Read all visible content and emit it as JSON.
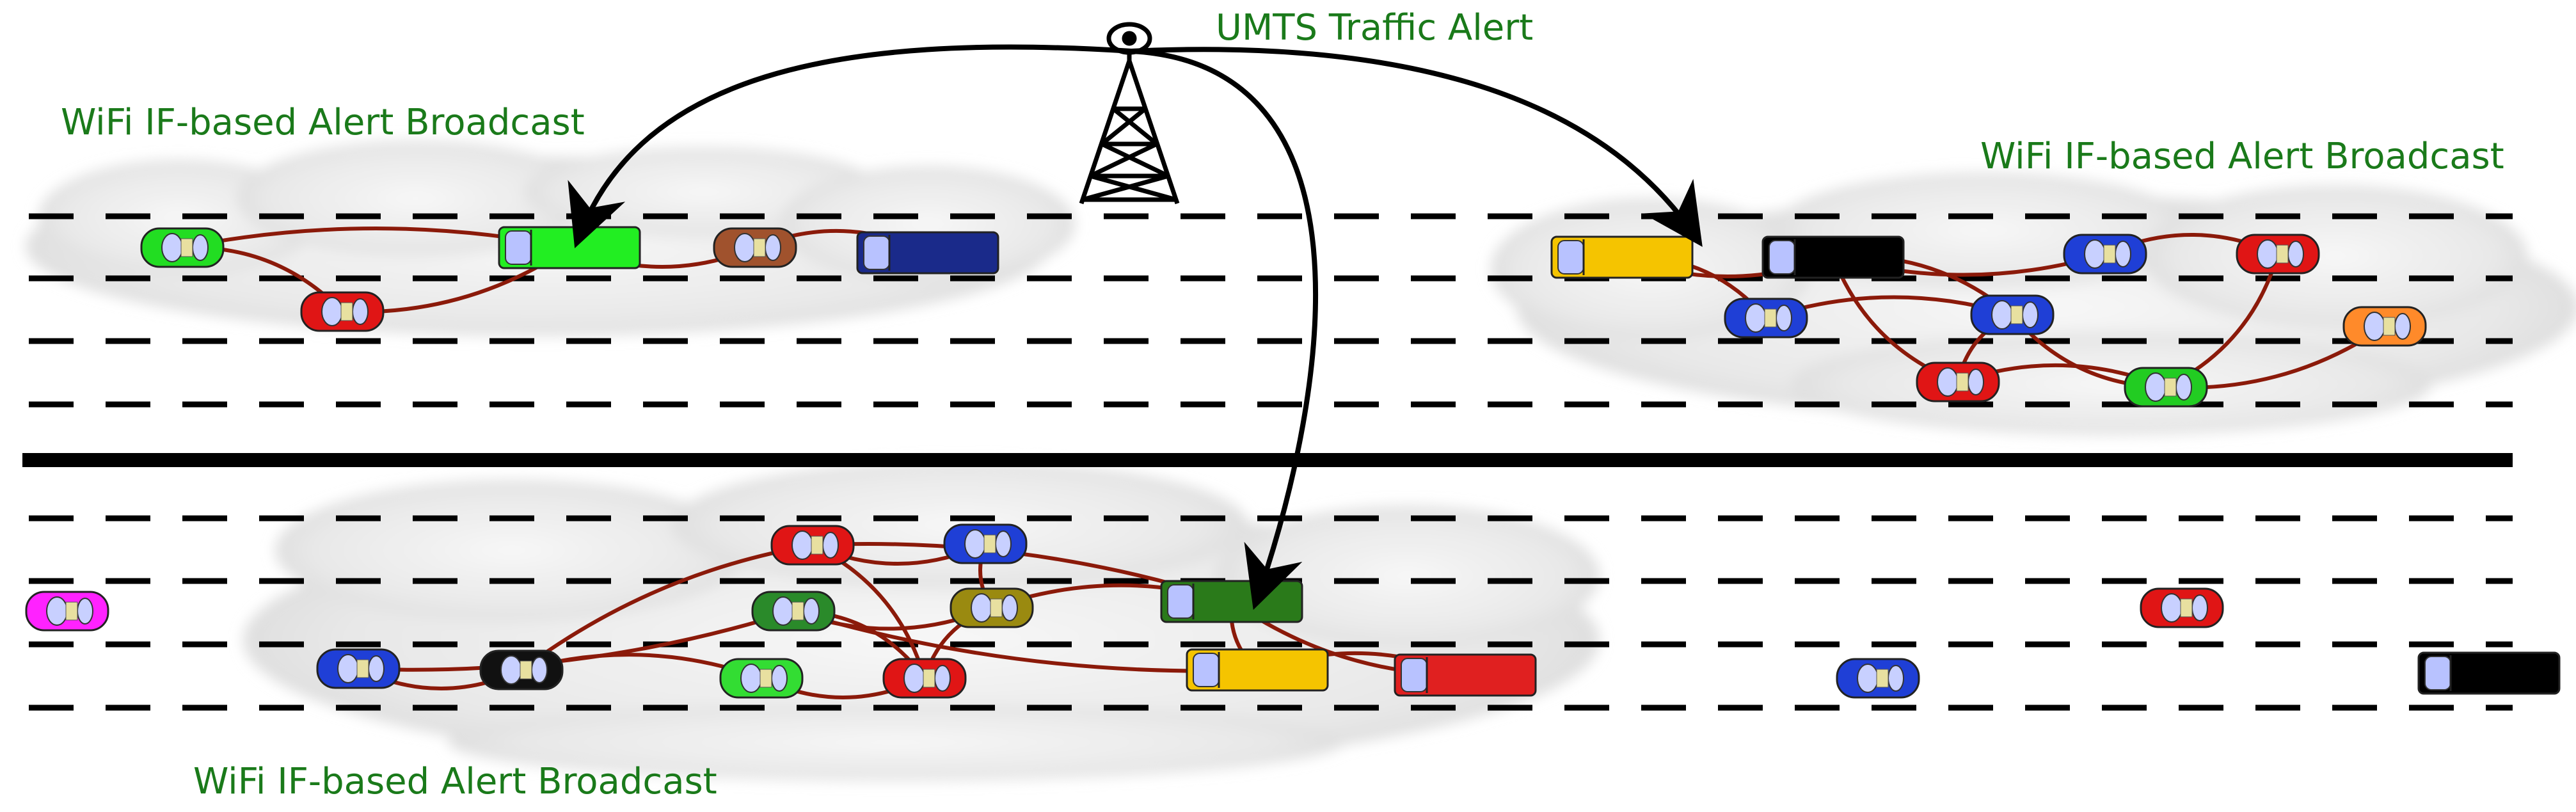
{
  "labels": {
    "umts": "UMTS Traffic Alert",
    "wifi_top_left": "WiFi IF-based Alert Broadcast",
    "wifi_top_right": "WiFi IF-based Alert Broadcast",
    "wifi_bottom": "WiFi IF-based Alert Broadcast"
  },
  "colors": {
    "label_green": "#1a7a1a",
    "link": "#8b1a0a",
    "arrow": "#000000",
    "cloud": "#e9e9e9"
  },
  "vehicles": [
    {
      "id": "tl-car-green",
      "kind": "car",
      "color": "#22dd22"
    },
    {
      "id": "tl-car-red",
      "kind": "car",
      "color": "#e01515"
    },
    {
      "id": "tl-van-green",
      "kind": "van",
      "color": "#22ee22"
    },
    {
      "id": "tl-car-brown",
      "kind": "car",
      "color": "#a0522d"
    },
    {
      "id": "tl-van-navy",
      "kind": "van",
      "color": "#1a2a8a"
    },
    {
      "id": "tr-van-yellow",
      "kind": "van",
      "color": "#f5c400"
    },
    {
      "id": "tr-van-black",
      "kind": "van",
      "color": "#000000"
    },
    {
      "id": "tr-car-blue1",
      "kind": "car",
      "color": "#1f3fd6"
    },
    {
      "id": "tr-car-red1",
      "kind": "car",
      "color": "#e01515"
    },
    {
      "id": "tr-car-blue2",
      "kind": "car",
      "color": "#1f3fd6"
    },
    {
      "id": "tr-car-blue3",
      "kind": "car",
      "color": "#1f3fd6"
    },
    {
      "id": "tr-car-orange",
      "kind": "car",
      "color": "#ff8a2a"
    },
    {
      "id": "tr-car-red2",
      "kind": "car",
      "color": "#e01515"
    },
    {
      "id": "tr-car-green",
      "kind": "car",
      "color": "#22cc22"
    },
    {
      "id": "b-car-red1",
      "kind": "car",
      "color": "#e01515"
    },
    {
      "id": "b-car-blue1",
      "kind": "car",
      "color": "#1f3fd6"
    },
    {
      "id": "b-car-green1",
      "kind": "car",
      "color": "#2a8a2a"
    },
    {
      "id": "b-car-olive",
      "kind": "car",
      "color": "#9a8a10"
    },
    {
      "id": "b-van-green",
      "kind": "van",
      "color": "#2a7a1a"
    },
    {
      "id": "b-car-blue2",
      "kind": "car",
      "color": "#1f3fd6"
    },
    {
      "id": "b-car-black",
      "kind": "car",
      "color": "#111111"
    },
    {
      "id": "b-car-green2",
      "kind": "car",
      "color": "#33dd33"
    },
    {
      "id": "b-car-red2",
      "kind": "car",
      "color": "#e01515"
    },
    {
      "id": "b-van-yellow",
      "kind": "van",
      "color": "#f5c400"
    },
    {
      "id": "b-van-red",
      "kind": "van",
      "color": "#e02020"
    },
    {
      "id": "o-car-magenta",
      "kind": "car",
      "color": "#ff22ff"
    },
    {
      "id": "o-car-blue",
      "kind": "car",
      "color": "#1f3fd6"
    },
    {
      "id": "o-car-red",
      "kind": "car",
      "color": "#e01515"
    },
    {
      "id": "o-van-black",
      "kind": "van",
      "color": "#000000"
    }
  ]
}
